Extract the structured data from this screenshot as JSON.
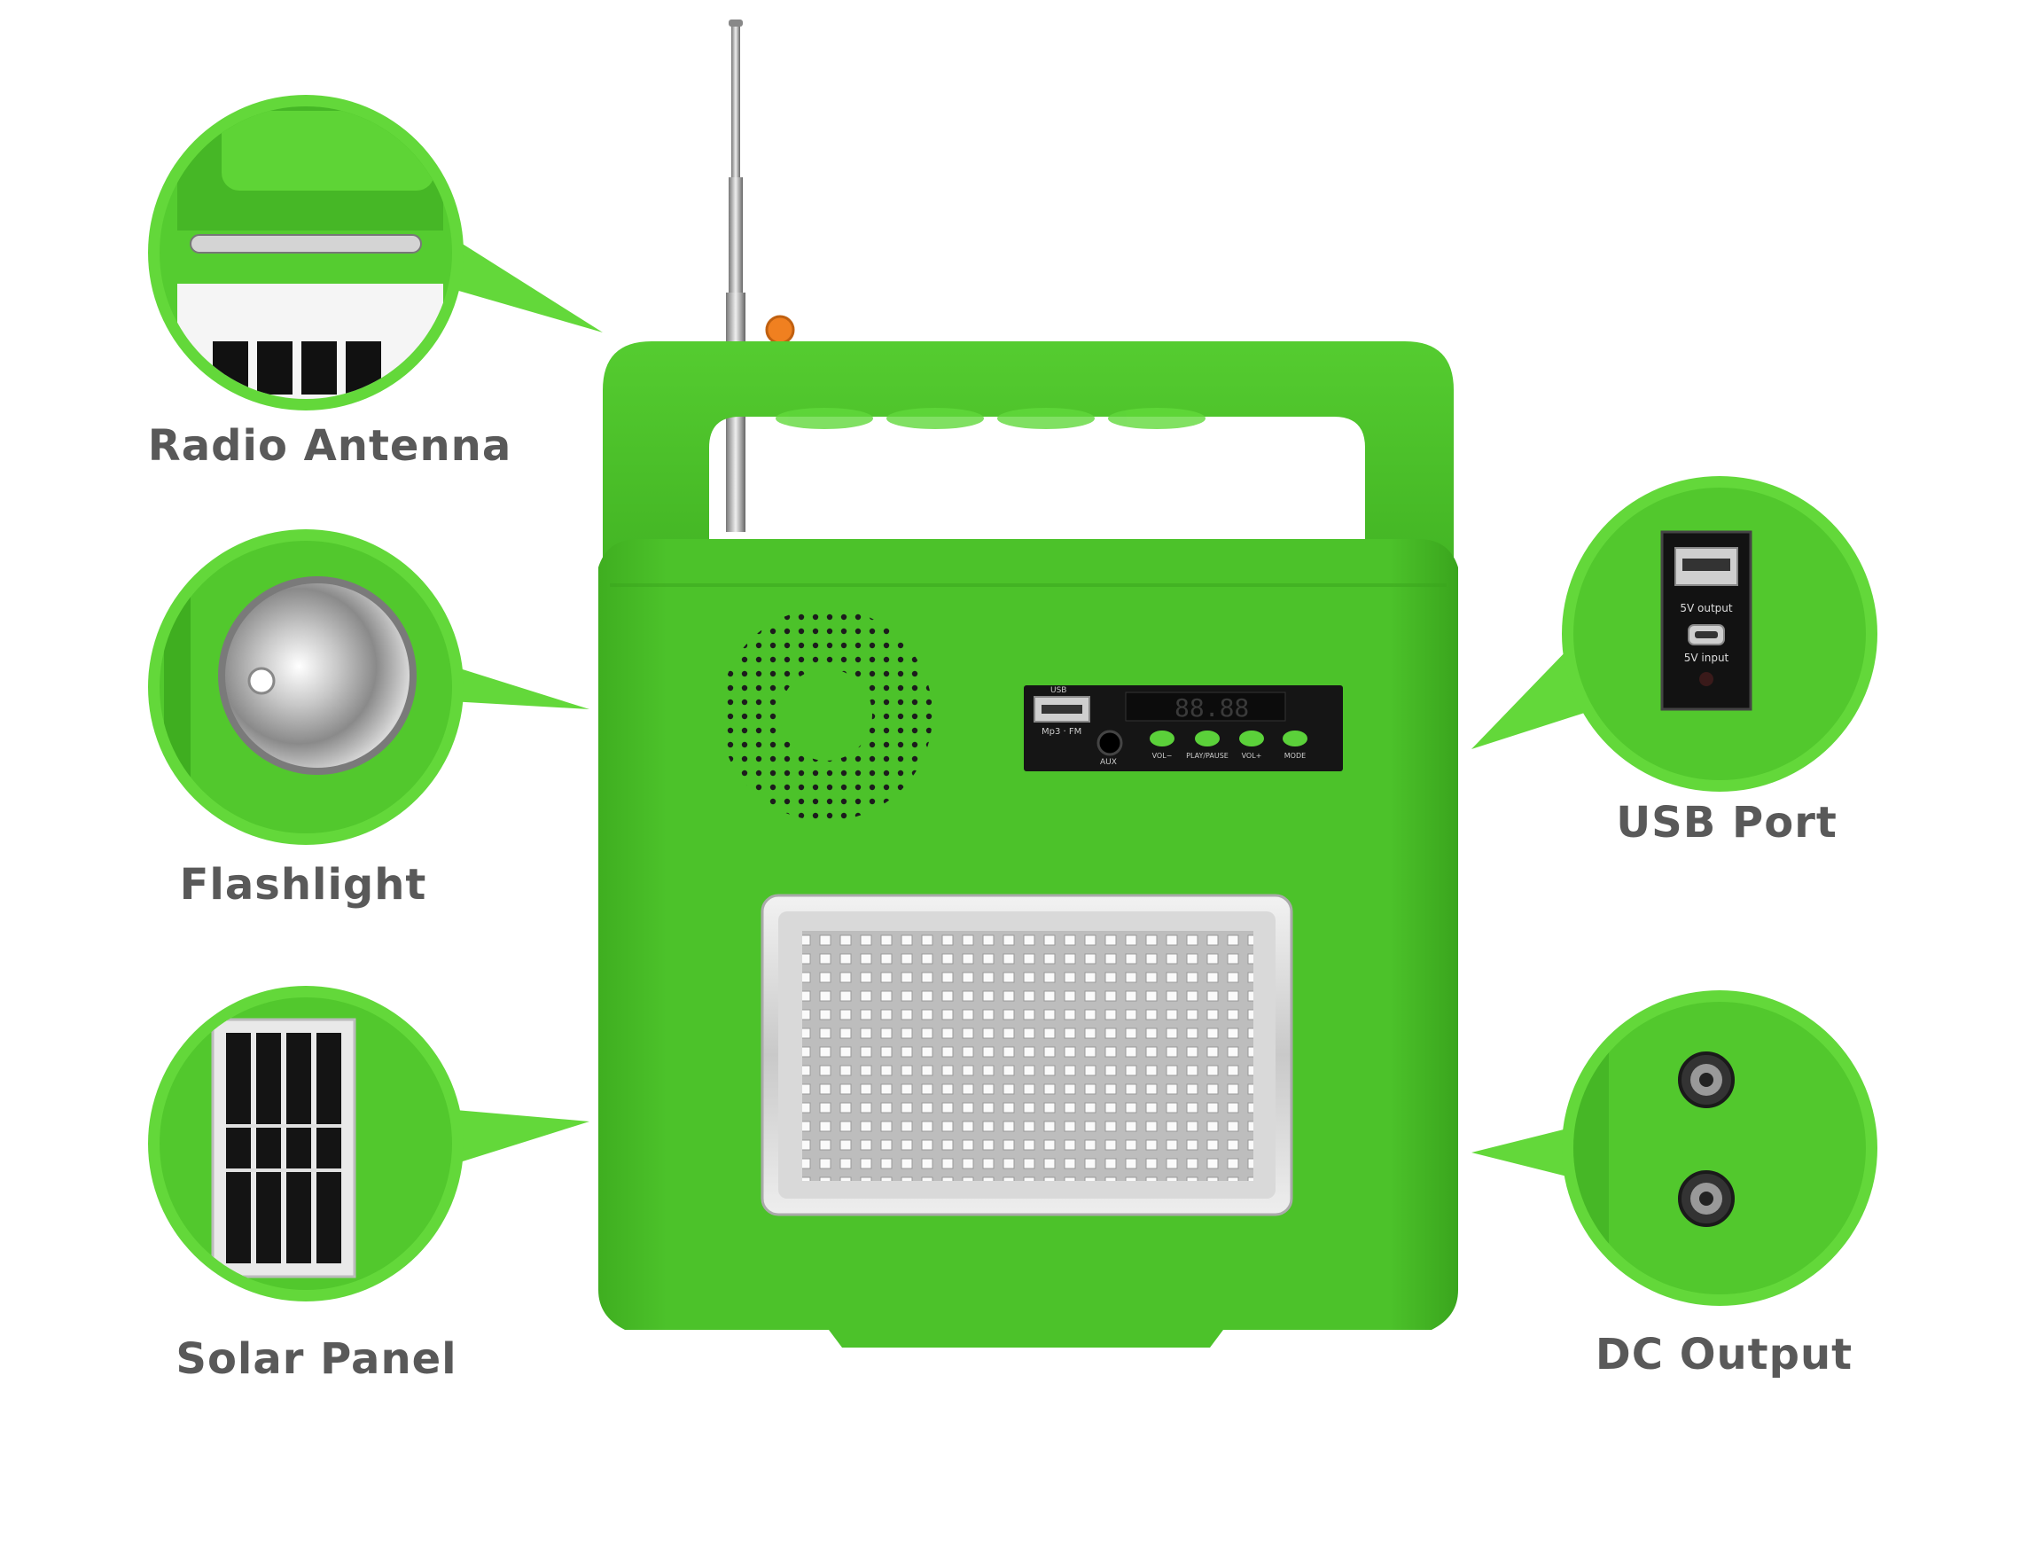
{
  "callouts": {
    "radio_antenna": "Radio Antenna",
    "flashlight": "Flashlight",
    "solar_panel": "Solar Panel",
    "usb_port": "USB Port",
    "dc_output": "DC Output"
  },
  "control_panel": {
    "usb_label": "USB",
    "mode_label": "Mp3 · FM",
    "aux_label": "AUX",
    "display": "88.88",
    "buttons": [
      "VOL−",
      "PLAY/PAUSE",
      "VOL+",
      "MODE"
    ]
  },
  "usb_closeup": {
    "output_label": "5V output",
    "input_label": "5V input"
  },
  "colors": {
    "body_green": "#4cc22a",
    "callout_green": "#63d83a",
    "label_gray": "#595959",
    "antenna_tip": "#f08020"
  }
}
